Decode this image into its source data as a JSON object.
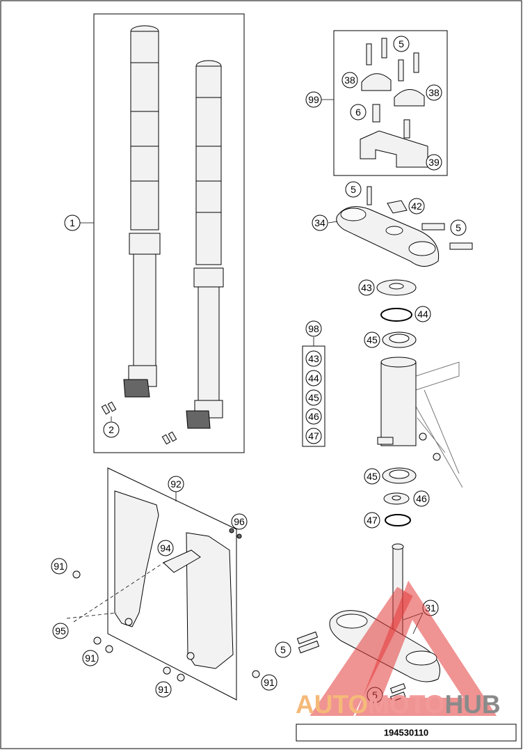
{
  "callouts": {
    "c1": "1",
    "c2": "2",
    "c5a": "5",
    "c38a": "38",
    "c38b": "38",
    "c99": "99",
    "c6": "6",
    "c39": "39",
    "c5b": "5",
    "c42": "42",
    "c34": "34",
    "c5c": "5",
    "c43": "43",
    "c44": "44",
    "c45": "45",
    "c98": "98",
    "k43": "43",
    "k44": "44",
    "k45": "45",
    "k46": "46",
    "k47": "47",
    "c45b": "45",
    "c46": "46",
    "c47": "47",
    "c92": "92",
    "c96": "96",
    "c94": "94",
    "c91a": "91",
    "c95": "95",
    "c91b": "91",
    "c91c": "91",
    "c91d": "91",
    "c31": "31",
    "c5d": "5",
    "c5e": "5"
  },
  "document_id": "194530110",
  "watermark": {
    "part1": "AUTO",
    "part2": "MOTO",
    "part3": "HUB",
    "colors": {
      "auto": "#f5b979",
      "moto": "#f29a9a",
      "hub": "#8a8a8a"
    }
  }
}
